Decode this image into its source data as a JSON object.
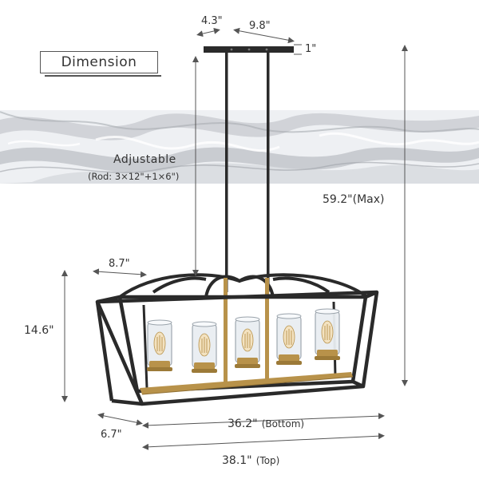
{
  "header": {
    "title": "Dimension"
  },
  "labels": {
    "canopy_depth": "4.3\"",
    "canopy_width": "9.8\"",
    "canopy_height": "1\"",
    "adjustable_title": "Adjustable",
    "adjustable_detail": "(Rod: 3×12\"+1×6\")",
    "max_height": "59.2\"(Max)",
    "arch_height": "8.7\"",
    "body_height": "14.6\"",
    "depth": "6.7\"",
    "bottom_value": "36.2\"",
    "bottom_note": "(Bottom)",
    "top_value": "38.1\"",
    "top_note": "(Top)"
  },
  "colors": {
    "frame": "#2a2a2a",
    "brass": "#b8924a",
    "arrow": "#555555",
    "marble_gray": "#c6c8cc",
    "marble_light": "#eef0f3",
    "glass": "#e9eef2"
  },
  "product": {
    "bulb_count": 5
  }
}
